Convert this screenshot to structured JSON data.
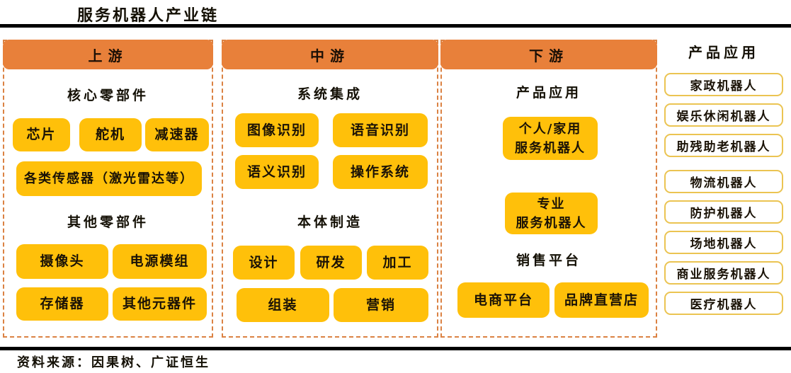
{
  "title": "服务机器人产业链",
  "source": "资料来源：因果树、广证恒生",
  "colors": {
    "header_orange": "#E8803A",
    "box_yellow": "#FFC00A",
    "dashed_border_orange": "#DB8243",
    "app_box_border_gold": "#EBC452",
    "rule_black": "#000000"
  },
  "upstream": {
    "header": "上游",
    "heading_core": "核心零部件",
    "boxes_core": [
      "芯片",
      "舵机",
      "减速器",
      "各类传感器（激光雷达等）"
    ],
    "heading_other": "其他零部件",
    "boxes_other": [
      "摄像头",
      "电源模组",
      "存储器",
      "其他元器件"
    ]
  },
  "midstream": {
    "header": "中游",
    "heading_integration": "系统集成",
    "boxes_integration": [
      "图像识别",
      "语音识别",
      "语义识别",
      "操作系统"
    ],
    "heading_manufacturing": "本体制造",
    "boxes_manufacturing": [
      "设计",
      "研发",
      "加工",
      "组装",
      "营销"
    ]
  },
  "downstream": {
    "header": "下游",
    "heading_products": "产品应用",
    "boxes_products": [
      "个人/家用\n服务机器人",
      "专业\n服务机器人"
    ],
    "heading_sales": "销售平台",
    "boxes_sales": [
      "电商平台",
      "品牌直营店"
    ]
  },
  "applications": {
    "header": "产品应用",
    "group_personal": [
      "家政机器人",
      "娱乐休闲机器人",
      "助残助老机器人"
    ],
    "group_professional": [
      "物流机器人",
      "防护机器人",
      "场地机器人",
      "商业服务机器人",
      "医疗机器人"
    ]
  }
}
